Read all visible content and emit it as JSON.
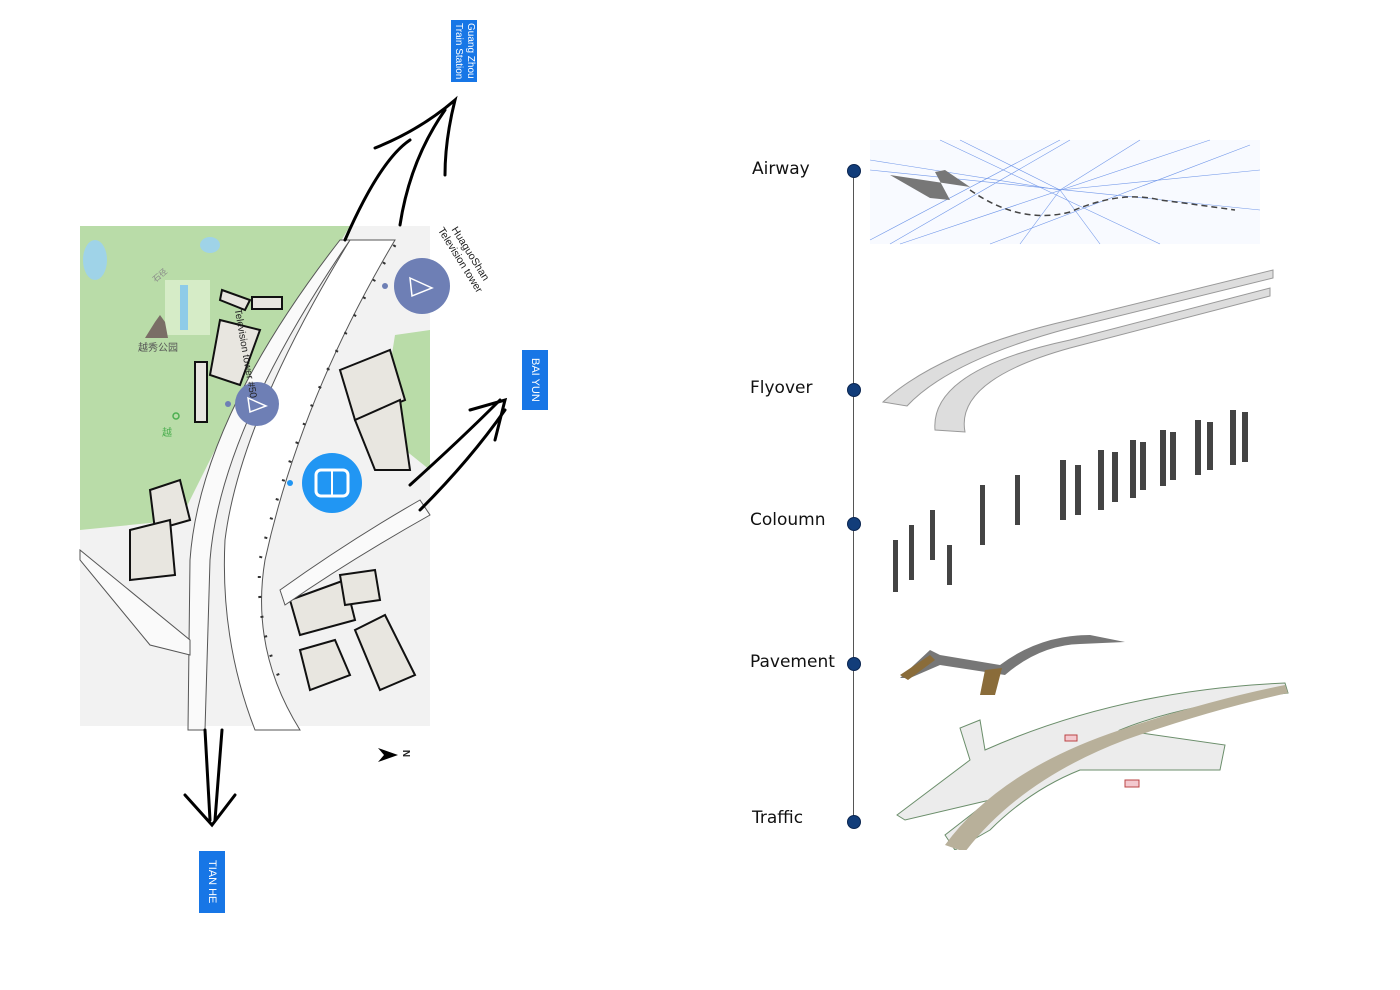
{
  "map": {
    "park_label": "越秀公园",
    "park_label_short": "越",
    "road_label": "石径",
    "tower_50_label": "Television tower #50",
    "huaguoshan_label": "HuaguoShan Television tower",
    "north_label": "N",
    "destinations": {
      "train_station": "Guang Zhou Train Station",
      "bai_yun": "BAI YUN",
      "tian_he": "TIAN HE"
    },
    "colors": {
      "green": "#b9dca8",
      "label_blue": "#1776e6",
      "tower_pin": "#6e7fb5",
      "metro_pin": "#2196f3"
    }
  },
  "layers": {
    "items": [
      {
        "label": "Airway"
      },
      {
        "label": "Flyover"
      },
      {
        "label": "Coloumn"
      },
      {
        "label": "Pavement"
      },
      {
        "label": "Traffic"
      }
    ],
    "timeline_color": "#123d7a"
  }
}
